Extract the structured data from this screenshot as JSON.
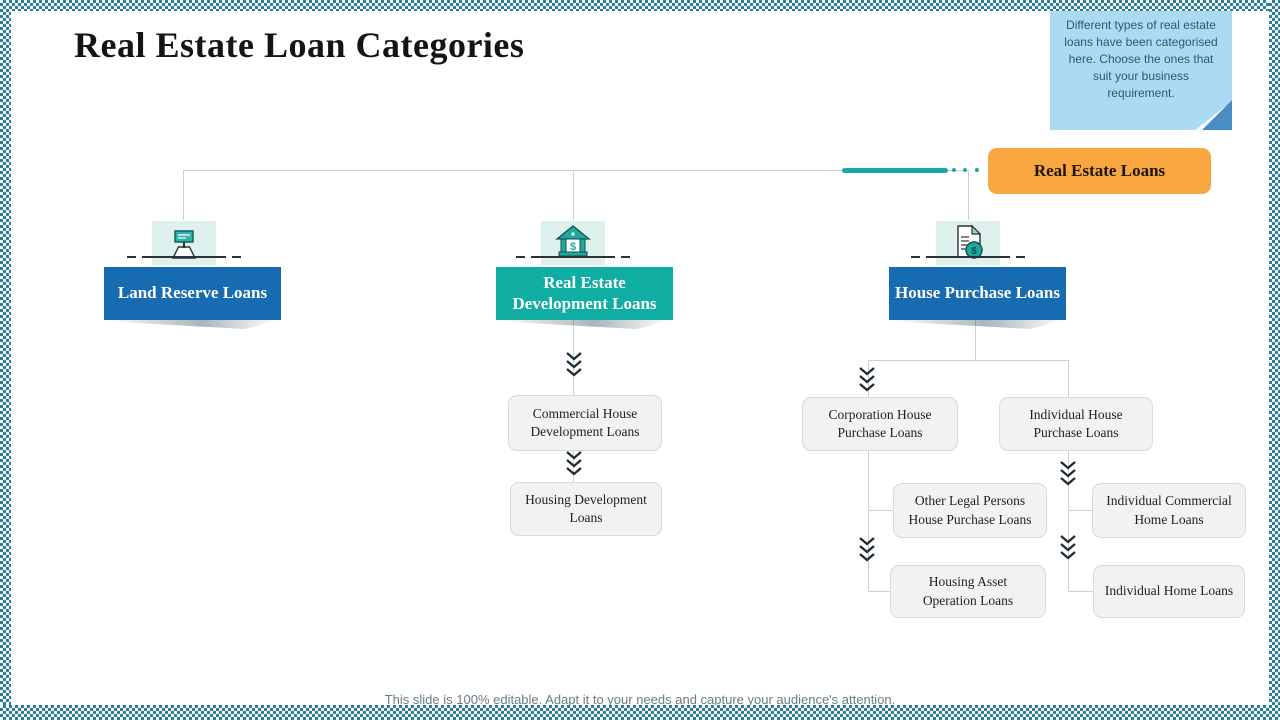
{
  "header": {
    "title": "Real Estate Loan Categories"
  },
  "callout": {
    "text": "Different  types of real estate loans have been categorised here. Choose the ones that suit your business requirement."
  },
  "root": {
    "label": "Real Estate Loans"
  },
  "branches": [
    {
      "label": "Land Reserve Loans",
      "icon": "land-plot-sign-icon"
    },
    {
      "label": "Real Estate Development Loans",
      "icon": "house-dollar-icon"
    },
    {
      "label": "House Purchase Loans",
      "icon": "document-money-icon"
    }
  ],
  "development": {
    "children": [
      "Commercial  House Development Loans",
      "Housing Development Loans"
    ]
  },
  "purchase": {
    "corporation": "Corporation House Purchase Loans",
    "individual": "Individual House Purchase Loans",
    "other_legal": "Other Legal Persons House Purchase Loans",
    "individual_commercial": "Individual Commercial   Home Loans",
    "housing_asset": "Housing Asset Operation Loans",
    "individual_home": "Individual Home Loans"
  },
  "footer": {
    "note": "This slide is 100% editable. Adapt it to your needs and capture your audience's attention."
  },
  "colors": {
    "primary_blue": "#176bb0",
    "accent_teal": "#10ada3",
    "root_orange": "#f7a640",
    "callout_blue": "#abdbf4",
    "border_teal": "#2e7e95",
    "sub_box_gray": "#f2f2f2"
  }
}
